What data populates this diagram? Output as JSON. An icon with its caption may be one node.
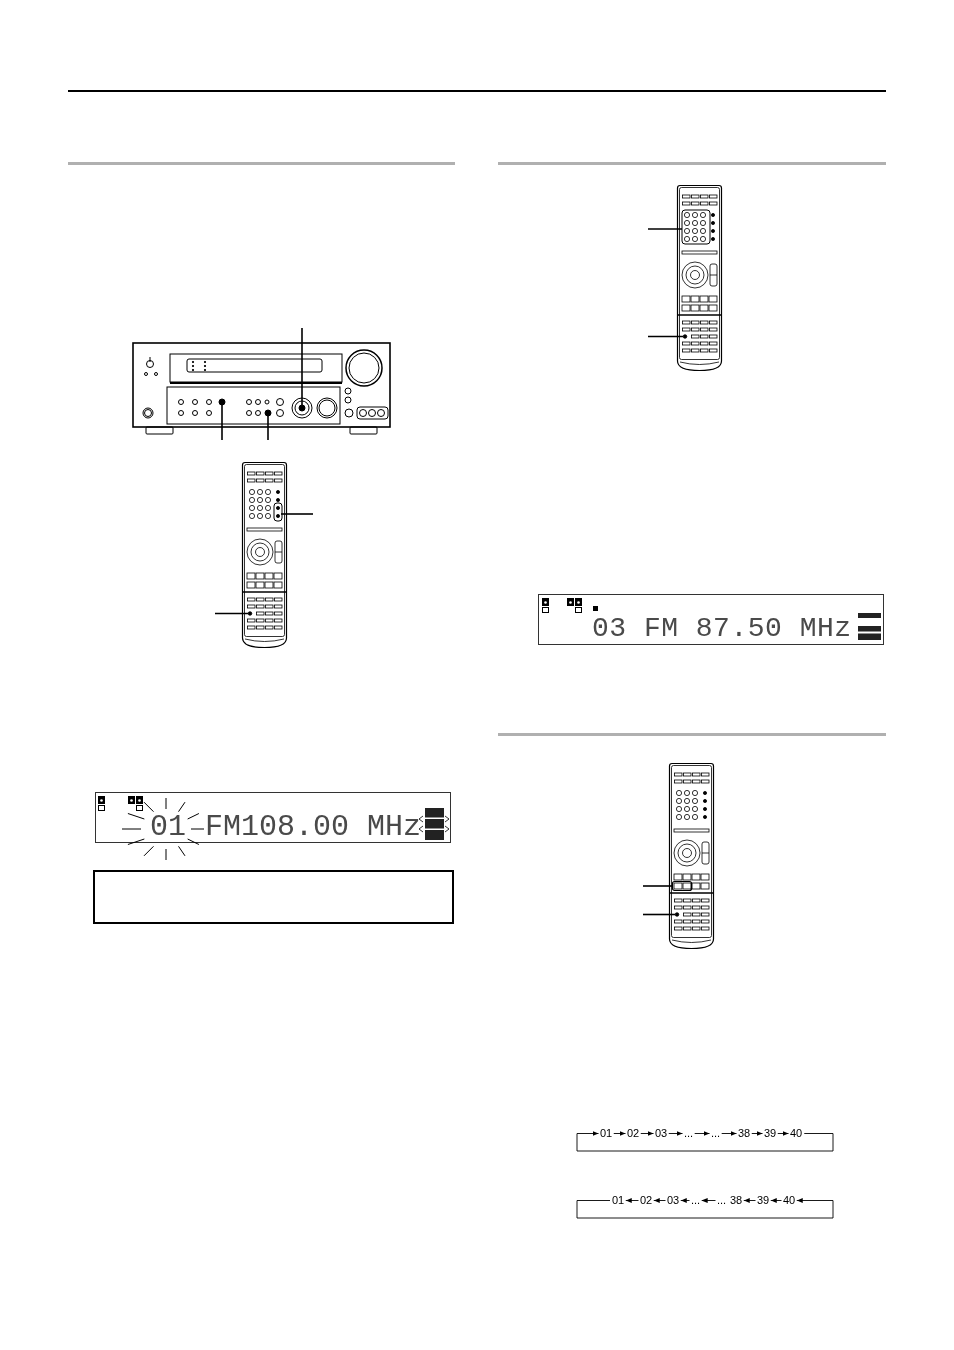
{
  "diagram": {
    "nodes": [
      {
        "text": [
          "01",
          "FM108.00 MHz"
        ]
      },
      {
        "text": [],
        "shape": "box"
      },
      {
        "text": [
          "03 FM 87.50 MHz"
        ]
      },
      {
        "text": [
          "01"
        ]
      },
      {
        "text": [
          "02"
        ]
      },
      {
        "text": [
          "03"
        ]
      },
      {
        "text": [
          "..."
        ]
      },
      {
        "text": [
          "..."
        ]
      },
      {
        "text": [
          "38"
        ]
      },
      {
        "text": [
          "39"
        ]
      },
      {
        "text": [
          "40"
        ]
      },
      {
        "text": [
          "01"
        ]
      },
      {
        "text": [
          "02"
        ]
      },
      {
        "text": [
          "03"
        ]
      },
      {
        "text": [
          "..."
        ]
      },
      {
        "text": [
          "..."
        ]
      },
      {
        "text": [
          "38"
        ]
      },
      {
        "text": [
          "39"
        ]
      },
      {
        "text": [
          "40"
        ]
      }
    ],
    "edges": [
      {
        "from": 3,
        "to": 4,
        "arrow": "to"
      },
      {
        "from": 4,
        "to": 5,
        "arrow": "to"
      },
      {
        "from": 5,
        "to": 6,
        "arrow": "to"
      },
      {
        "from": 6,
        "to": 7,
        "arrow": "to"
      },
      {
        "from": 7,
        "to": 8,
        "arrow": "to"
      },
      {
        "from": 8,
        "to": 9,
        "arrow": "to"
      },
      {
        "from": 9,
        "to": 10,
        "arrow": "to"
      },
      {
        "from": 10,
        "to": 3,
        "arrow": "to"
      },
      {
        "from": 12,
        "to": 11,
        "arrow": "to"
      },
      {
        "from": 13,
        "to": 12,
        "arrow": "to"
      },
      {
        "from": 14,
        "to": 13,
        "arrow": "to"
      },
      {
        "from": 15,
        "to": 14,
        "arrow": "to"
      },
      {
        "from": 17,
        "to": 16,
        "arrow": "to"
      },
      {
        "from": 18,
        "to": 17,
        "arrow": "to"
      },
      {
        "from": 11,
        "to": 18,
        "arrow": "to"
      }
    ]
  }
}
